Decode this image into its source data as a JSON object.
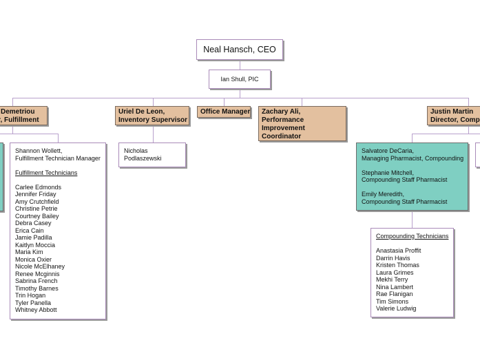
{
  "ceo": "Neal Hansch, CEO",
  "pic": "Ian Shull, PIC",
  "directors": {
    "fulfillment": [
      "Demetriou",
      "or, Fulfillment"
    ],
    "inventory": [
      "Uriel De Leon,",
      "Inventory Supervisor"
    ],
    "office": "Office Manager",
    "performance": [
      "Zachary Ali,",
      "Performance",
      "Improvement",
      "Coordinator"
    ],
    "compounding": [
      "Justin Martin",
      "Director, Compo"
    ]
  },
  "fulfillment_team": {
    "manager": [
      "Shannon Wollett,",
      "Fulfillment Technician Manager"
    ],
    "heading": "Fulfillment Technicians",
    "members": [
      "Carlee Edmonds",
      "Jennifer Friday",
      "Amy Crutchfield",
      "Christine Petrie",
      "Courtney Bailey",
      "Debra Casey",
      "Erica Cain",
      "Jamie Padilla",
      "Kaitlyn Moccia",
      "Maria Kim",
      "Monica Oxier",
      "Nicole McElhaney",
      "Renee Mcginnis",
      "Sabrina French",
      "Timothy Barnes",
      "Trin Hogan",
      "Tyler Panella",
      "Whitney Abbott"
    ]
  },
  "inventory_team": [
    "Nicholas",
    "Podlaszewski"
  ],
  "pharmacists": [
    [
      "Salvatore DeCaria,",
      "Managing Pharmacist, Compounding"
    ],
    [
      "Stephanie Mitchell,",
      "Compounding Staff Pharmacist"
    ],
    [
      "Emily Meredith,",
      "Compounding Staff Pharmacist"
    ]
  ],
  "compounding_team": {
    "heading": "Compounding Technicians",
    "members": [
      "Anastasia Proffit",
      "Darrin Havis",
      "Kristen Thomas",
      "Laura Grimes",
      "Mekhi Terry",
      "Nina Lambert",
      "Rae Flanigan",
      "Tim Simons",
      "Valerie Ludwig"
    ]
  }
}
